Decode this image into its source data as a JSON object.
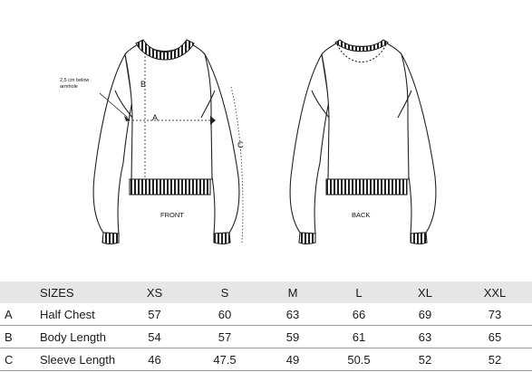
{
  "labels": {
    "armhole_note_line1": "2,5 cm below",
    "armhole_note_line2": "armhole",
    "measure_a": "A",
    "measure_b": "B",
    "measure_c": "C",
    "front": "FRONT",
    "back": "BACK"
  },
  "size_table": {
    "header": [
      "SIZES",
      "XS",
      "S",
      "M",
      "L",
      "XL",
      "XXL"
    ],
    "rows": [
      {
        "code": "A",
        "name": "Half Chest",
        "values": [
          "57",
          "60",
          "63",
          "66",
          "69",
          "73"
        ]
      },
      {
        "code": "B",
        "name": "Body Length",
        "values": [
          "54",
          "57",
          "59",
          "61",
          "63",
          "65"
        ]
      },
      {
        "code": "C",
        "name": "Sleeve Length",
        "values": [
          "46",
          "47.5",
          "49",
          "50.5",
          "52",
          "52"
        ]
      }
    ]
  }
}
